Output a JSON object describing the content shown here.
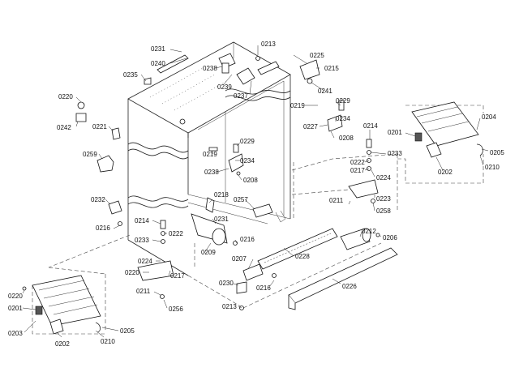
{
  "callouts": [
    {
      "id": "c0231",
      "label": "0231"
    },
    {
      "id": "c0240",
      "label": "0240"
    },
    {
      "id": "c0235",
      "label": "0235"
    },
    {
      "id": "c0238a",
      "label": "0238"
    },
    {
      "id": "c0239",
      "label": "0239"
    },
    {
      "id": "c0213a",
      "label": "0213"
    },
    {
      "id": "c0225",
      "label": "0225"
    },
    {
      "id": "c0215",
      "label": "0215"
    },
    {
      "id": "c0241",
      "label": "0241"
    },
    {
      "id": "c0237",
      "label": "0237"
    },
    {
      "id": "c0219a",
      "label": "0219"
    },
    {
      "id": "c0229a",
      "label": "0229"
    },
    {
      "id": "c0234a",
      "label": "0234"
    },
    {
      "id": "c0227",
      "label": "0227"
    },
    {
      "id": "c0208a",
      "label": "0208"
    },
    {
      "id": "c0220a",
      "label": "0220"
    },
    {
      "id": "c0242",
      "label": "0242"
    },
    {
      "id": "c0221",
      "label": "0221"
    },
    {
      "id": "c0259",
      "label": "0259"
    },
    {
      "id": "c0229b",
      "label": "0229"
    },
    {
      "id": "c0219b",
      "label": "0219"
    },
    {
      "id": "c0234b",
      "label": "0234"
    },
    {
      "id": "c0238b",
      "label": "0238"
    },
    {
      "id": "c0208b",
      "label": "0208"
    },
    {
      "id": "c0214a",
      "label": "0214"
    },
    {
      "id": "c0201a",
      "label": "0201"
    },
    {
      "id": "c0204",
      "label": "0204"
    },
    {
      "id": "c0233a",
      "label": "0233"
    },
    {
      "id": "c0222a",
      "label": "0222"
    },
    {
      "id": "c0217a",
      "label": "0217"
    },
    {
      "id": "c0224a",
      "label": "0224"
    },
    {
      "id": "c0205a",
      "label": "0205"
    },
    {
      "id": "c0202a",
      "label": "0202"
    },
    {
      "id": "c0210a",
      "label": "0210"
    },
    {
      "id": "c0211a",
      "label": "0211"
    },
    {
      "id": "c0223",
      "label": "0223"
    },
    {
      "id": "c0258",
      "label": "0258"
    },
    {
      "id": "c0232",
      "label": "0232"
    },
    {
      "id": "c0218",
      "label": "0218"
    },
    {
      "id": "c0257",
      "label": "0257"
    },
    {
      "id": "c0216a",
      "label": "0216"
    },
    {
      "id": "c0214b",
      "label": "0214"
    },
    {
      "id": "c0231b",
      "label": "0231"
    },
    {
      "id": "c0222b",
      "label": "0222"
    },
    {
      "id": "c0233b",
      "label": "0233"
    },
    {
      "id": "c0216b",
      "label": "0216"
    },
    {
      "id": "c0209",
      "label": "0209"
    },
    {
      "id": "c0212",
      "label": "0212"
    },
    {
      "id": "c0206",
      "label": "0206"
    },
    {
      "id": "c0224b",
      "label": "0224"
    },
    {
      "id": "c0207",
      "label": "0207"
    },
    {
      "id": "c0228",
      "label": "0228"
    },
    {
      "id": "c0220b",
      "label": "0220"
    },
    {
      "id": "c0217b",
      "label": "0217"
    },
    {
      "id": "c0230",
      "label": "0230"
    },
    {
      "id": "c0216c",
      "label": "0216"
    },
    {
      "id": "c0211b",
      "label": "0211"
    },
    {
      "id": "c0256",
      "label": "0256"
    },
    {
      "id": "c0226",
      "label": "0226"
    },
    {
      "id": "c0213b",
      "label": "0213"
    },
    {
      "id": "c0220c",
      "label": "0220"
    },
    {
      "id": "c0201b",
      "label": "0201"
    },
    {
      "id": "c0203",
      "label": "0203"
    },
    {
      "id": "c0202b",
      "label": "0202"
    },
    {
      "id": "c0210b",
      "label": "0210"
    },
    {
      "id": "c0205b",
      "label": "0205"
    }
  ]
}
